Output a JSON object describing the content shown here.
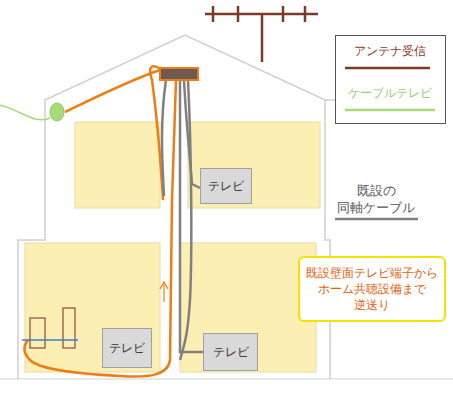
{
  "diagram": {
    "nodes": [
      {
        "text": [
          "テレビ"
        ]
      },
      {
        "text": [
          "既設壁面テレビ端子から ホーム共聴設備まで 逆送り"
        ]
      },
      {
        "text": [
          "テレビ"
        ]
      },
      {
        "text": [
          "テレビ"
        ]
      }
    ],
    "labels": [
      "既設の 同軸ケーブル"
    ],
    "legend": [
      {
        "text": "アンテナ受信"
      },
      {
        "text": "ケーブルテレビ"
      }
    ]
  }
}
